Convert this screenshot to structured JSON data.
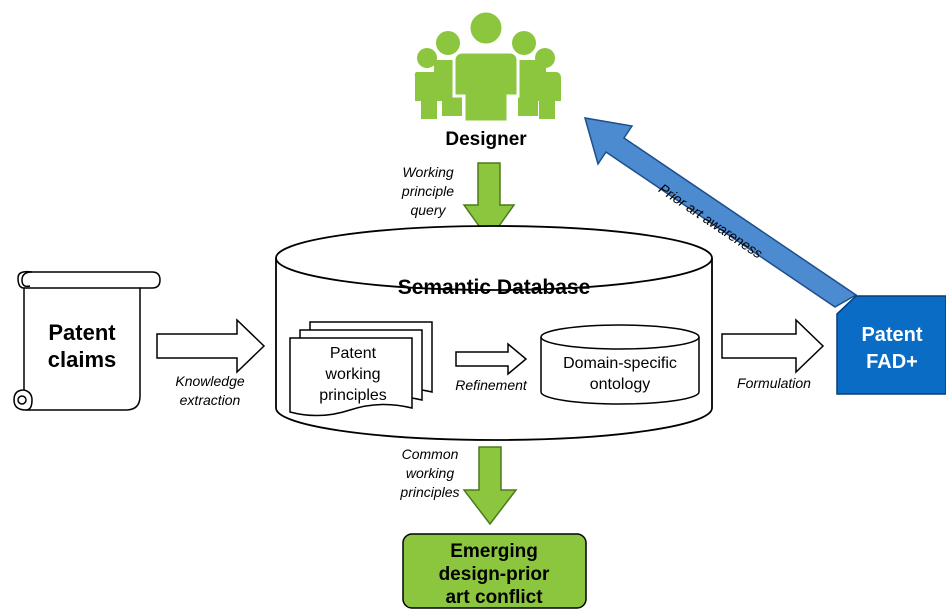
{
  "designer": {
    "label": "Designer",
    "icon": "people-group-icon",
    "color": "#8cc63f"
  },
  "edges": {
    "query": [
      "Working",
      "principle",
      "query"
    ],
    "prior_art": "Prior art awareness",
    "extraction": [
      "Knowledge",
      "extraction"
    ],
    "refinement": "Refinement",
    "formulation": "Formulation",
    "common": [
      "Common",
      "working",
      "principles"
    ]
  },
  "patent_claims": {
    "lines": [
      "Patent",
      "claims"
    ],
    "icon": "scroll-icon"
  },
  "semantic_db": {
    "title": "Semantic Database"
  },
  "working_principles": {
    "lines": [
      "Patent",
      "working",
      "principles"
    ]
  },
  "ontology": {
    "lines": [
      "Domain-specific",
      "ontology"
    ]
  },
  "fad": {
    "lines": [
      "Patent",
      "FAD+"
    ],
    "color": "#0a6cc4"
  },
  "conflict": {
    "lines": [
      "Emerging",
      "design-prior",
      "art conflict"
    ],
    "color": "#8cc63f"
  },
  "colors": {
    "green_arrow": "#8cc63f",
    "blue_arrow": "#4d8bd1"
  }
}
